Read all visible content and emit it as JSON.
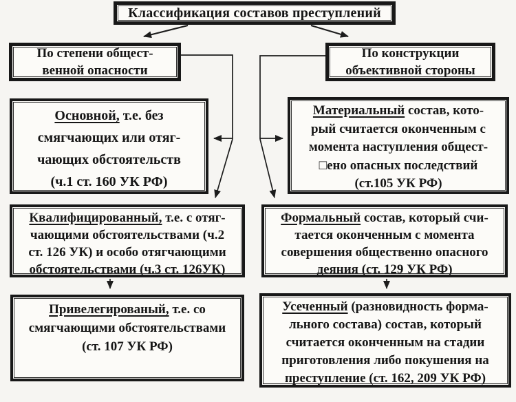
{
  "page": {
    "background_color": "#f6f5f2",
    "ink_color": "#161616",
    "box_fill_color": "#fcfbf8"
  },
  "title": {
    "text": "Классификация составов преступлений"
  },
  "branch_left": {
    "line1": "По степени общест-",
    "line2": "венной опасности"
  },
  "branch_right": {
    "line1": "По конструкции",
    "line2": "объективной стороны"
  },
  "nodes": {
    "osnovnoy": {
      "lead": "Основной,",
      "lead_rest": " т.е. без",
      "lines": [
        "смягчающих или отяг-",
        "чающих обстоятельств",
        "(ч.1 ст. 160 УК РФ)"
      ]
    },
    "materialny": {
      "lead": "Материальный",
      "lead_rest": " состав, кото-",
      "lines": [
        "рый считается оконченным с",
        "момента наступления общест-",
        "□ено опасных последствий",
        "(ст.105 УК РФ)"
      ]
    },
    "kvalifitsirovanny": {
      "lead": "Квалифицированный,",
      "lead_rest": " т.е. с отяг-",
      "lines": [
        "чающими обстоятельствами (ч.2",
        "ст. 126 УК) и особо отягчающими",
        "обстоятельствами (ч.3 ст. 126УК)"
      ]
    },
    "formalny": {
      "lead": "Формальный",
      "lead_rest": " состав, который счи-",
      "lines": [
        "тается оконченным с момента",
        "совершения общественно опасного",
        "деяния (ст. 129 УК РФ)"
      ]
    },
    "privelegirovanny": {
      "lead": "Привелегированый,",
      "lead_rest": " т.е. со",
      "lines": [
        "смягчающими обстоятельствами",
        "(ст. 107 УК РФ)"
      ]
    },
    "usechenny": {
      "lead": "Усеченный",
      "lead_rest": " (разновидность форма-",
      "lines": [
        "льного состава) состав, который",
        "считается оконченным на стадии",
        "приготовления либо покушения на",
        "преступление (ст. 162, 209 УК РФ)"
      ]
    }
  }
}
